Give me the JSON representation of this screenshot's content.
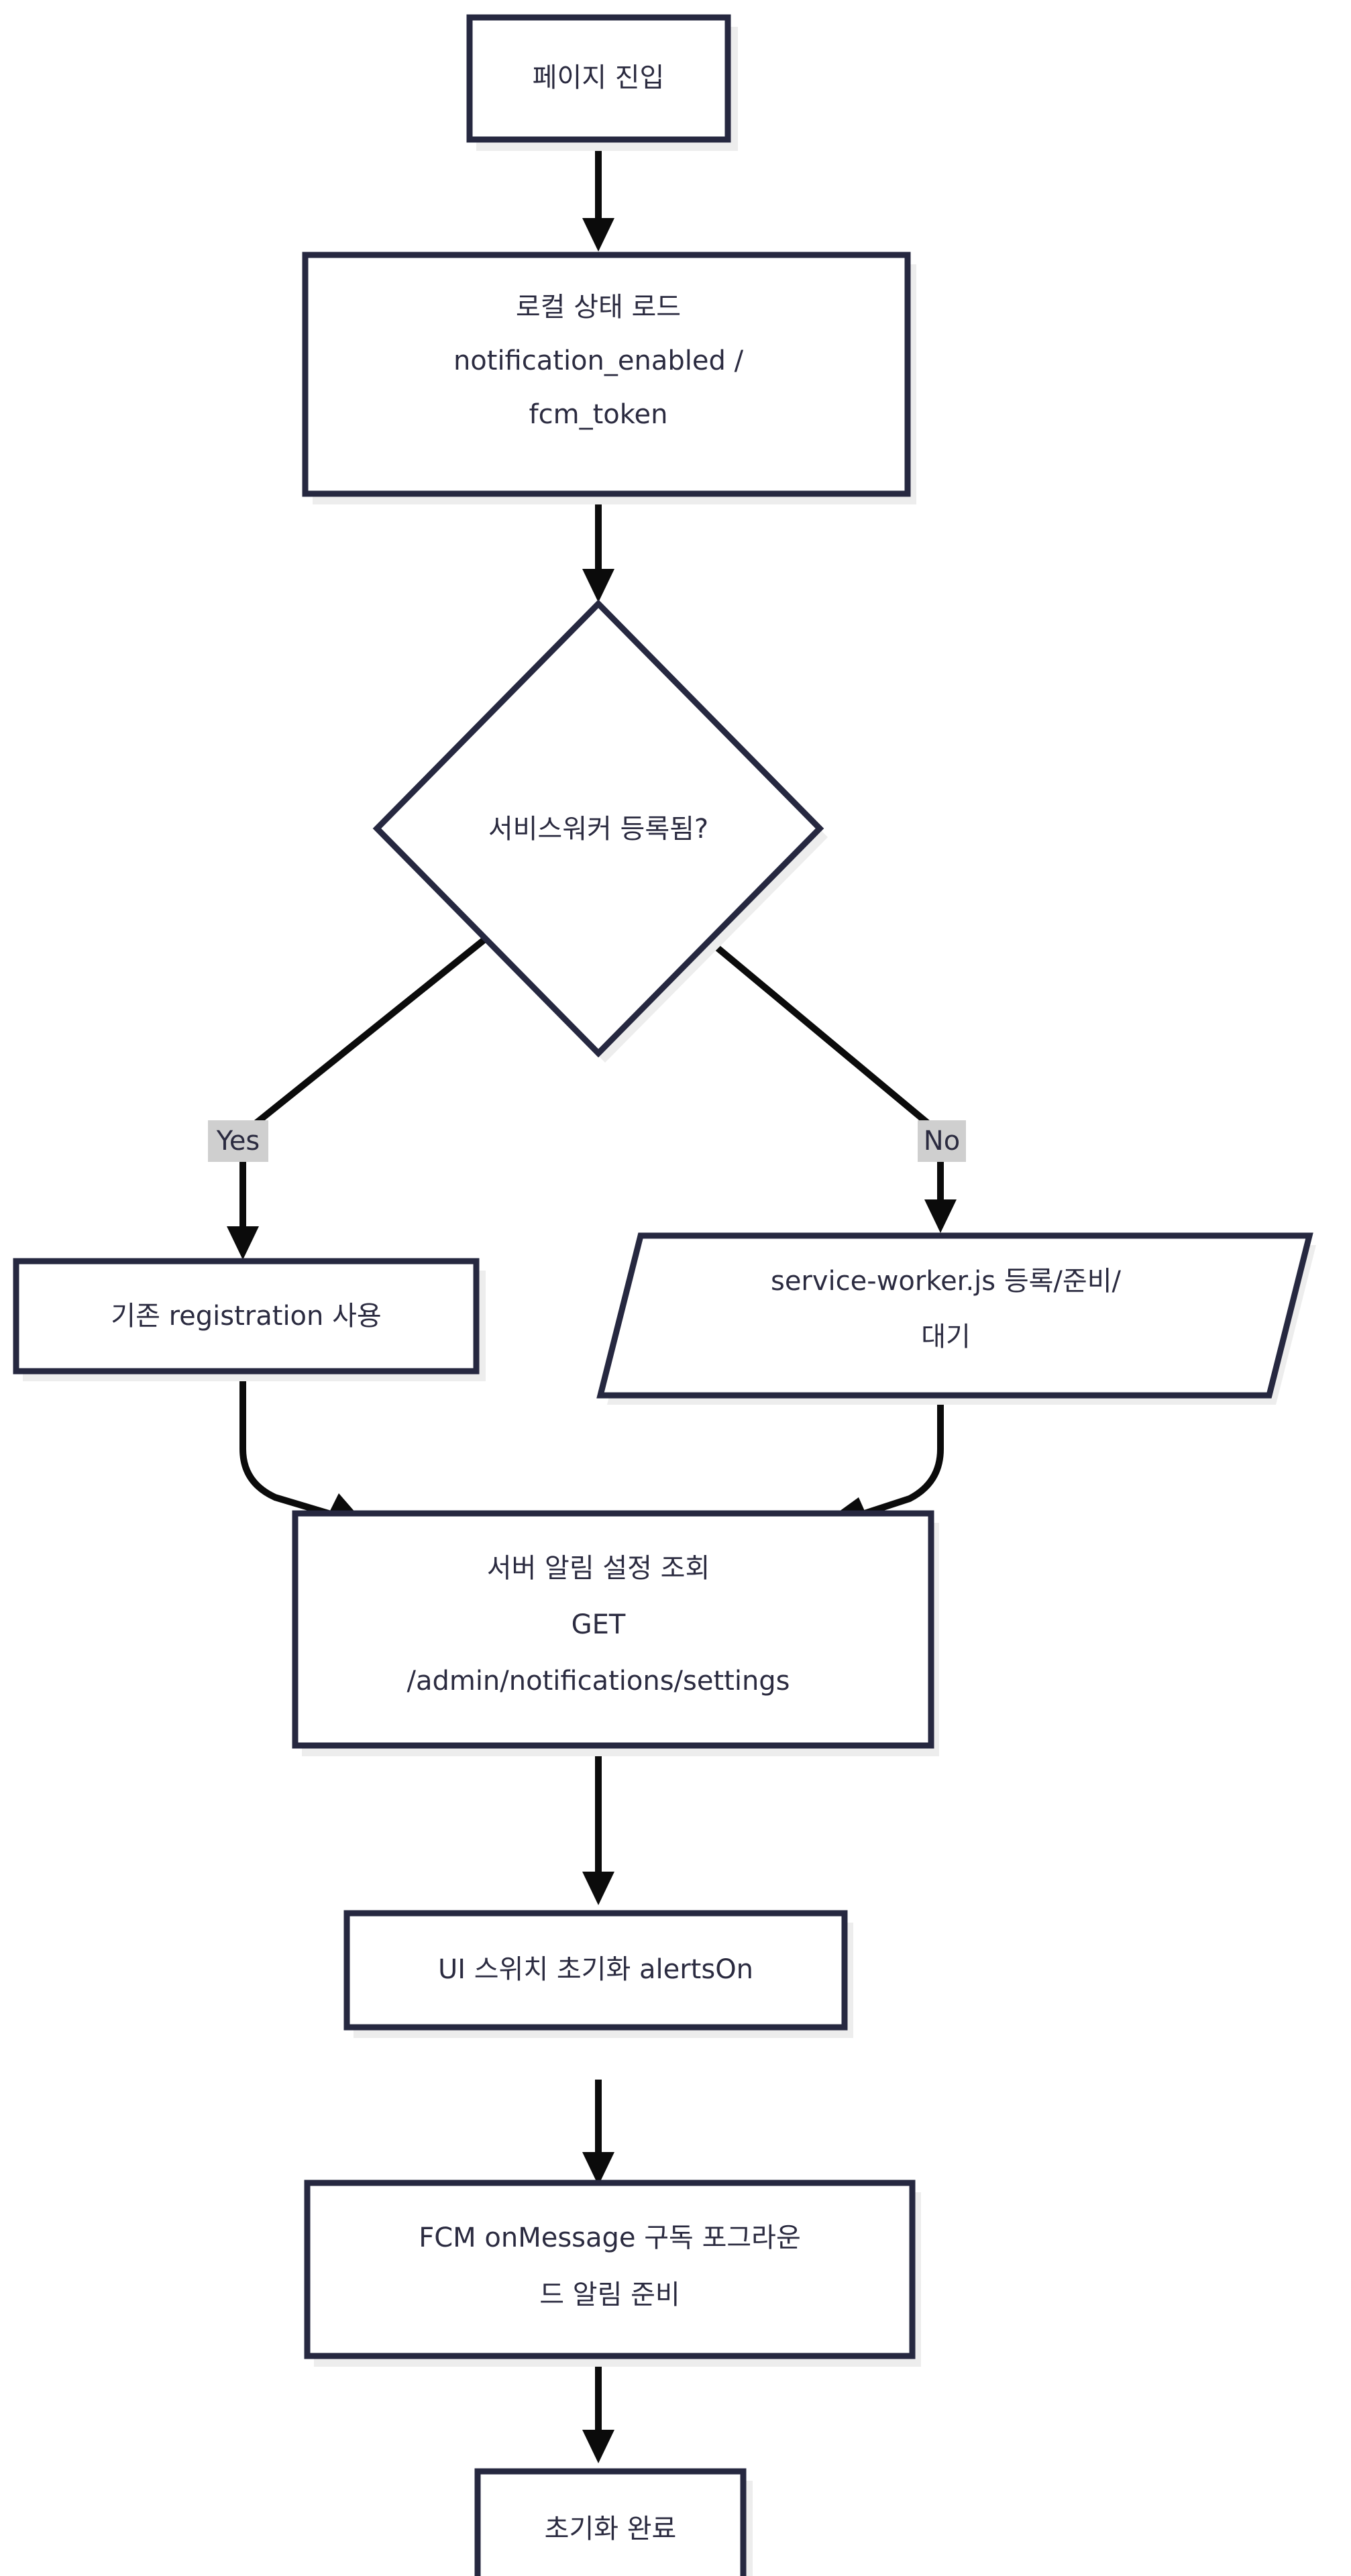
{
  "diagram": {
    "type": "flowchart",
    "direction": "top-to-bottom",
    "title": "",
    "background_color": "#ffffff",
    "node_border_color": "#262840",
    "node_fill_color": "#ffffff",
    "node_shadow_color": "#ededed",
    "edge_color": "#0b0b0b",
    "text_color": "#2b2b40",
    "edge_label_bg_color": "#cfcfcf",
    "nodes": [
      {
        "id": "start",
        "shape": "rectangle",
        "lines": [
          "페이지 진입"
        ]
      },
      {
        "id": "load-local-state",
        "shape": "rectangle",
        "lines": [
          "로컬 상태 로드",
          "notification_enabled /",
          "fcm_token"
        ]
      },
      {
        "id": "sw-registered-decision",
        "shape": "diamond",
        "lines": [
          "서비스워커 등록됨?"
        ]
      },
      {
        "id": "use-existing-registration",
        "shape": "rectangle",
        "lines": [
          "기존 registration 사용"
        ]
      },
      {
        "id": "register-service-worker",
        "shape": "parallelogram",
        "lines": [
          "service-worker.js 등록/준비/",
          "대기"
        ]
      },
      {
        "id": "fetch-server-settings",
        "shape": "rectangle",
        "lines": [
          "서버 알림 설정 조회",
          "GET",
          "/admin/notifications/settings"
        ]
      },
      {
        "id": "init-ui-switch",
        "shape": "rectangle",
        "lines": [
          "UI 스위치 초기화 alertsOn"
        ]
      },
      {
        "id": "fcm-onmessage",
        "shape": "rectangle",
        "lines": [
          "FCM onMessage 구독 포그라운",
          "드 알림 준비"
        ]
      },
      {
        "id": "init-complete",
        "shape": "rectangle",
        "lines": [
          "초기화 완료"
        ]
      }
    ],
    "edges": [
      {
        "id": "e1",
        "from": "start",
        "to": "load-local-state",
        "label": ""
      },
      {
        "id": "e2",
        "from": "load-local-state",
        "to": "sw-registered-decision",
        "label": ""
      },
      {
        "id": "e3",
        "from": "sw-registered-decision",
        "to": "use-existing-registration",
        "label": "Yes"
      },
      {
        "id": "e4",
        "from": "sw-registered-decision",
        "to": "register-service-worker",
        "label": "No"
      },
      {
        "id": "e5",
        "from": "use-existing-registration",
        "to": "fetch-server-settings",
        "label": ""
      },
      {
        "id": "e6",
        "from": "register-service-worker",
        "to": "fetch-server-settings",
        "label": ""
      },
      {
        "id": "e7",
        "from": "fetch-server-settings",
        "to": "init-ui-switch",
        "label": ""
      },
      {
        "id": "e8",
        "from": "init-ui-switch",
        "to": "fcm-onmessage",
        "label": ""
      },
      {
        "id": "e9",
        "from": "fcm-onmessage",
        "to": "init-complete",
        "label": ""
      }
    ]
  }
}
